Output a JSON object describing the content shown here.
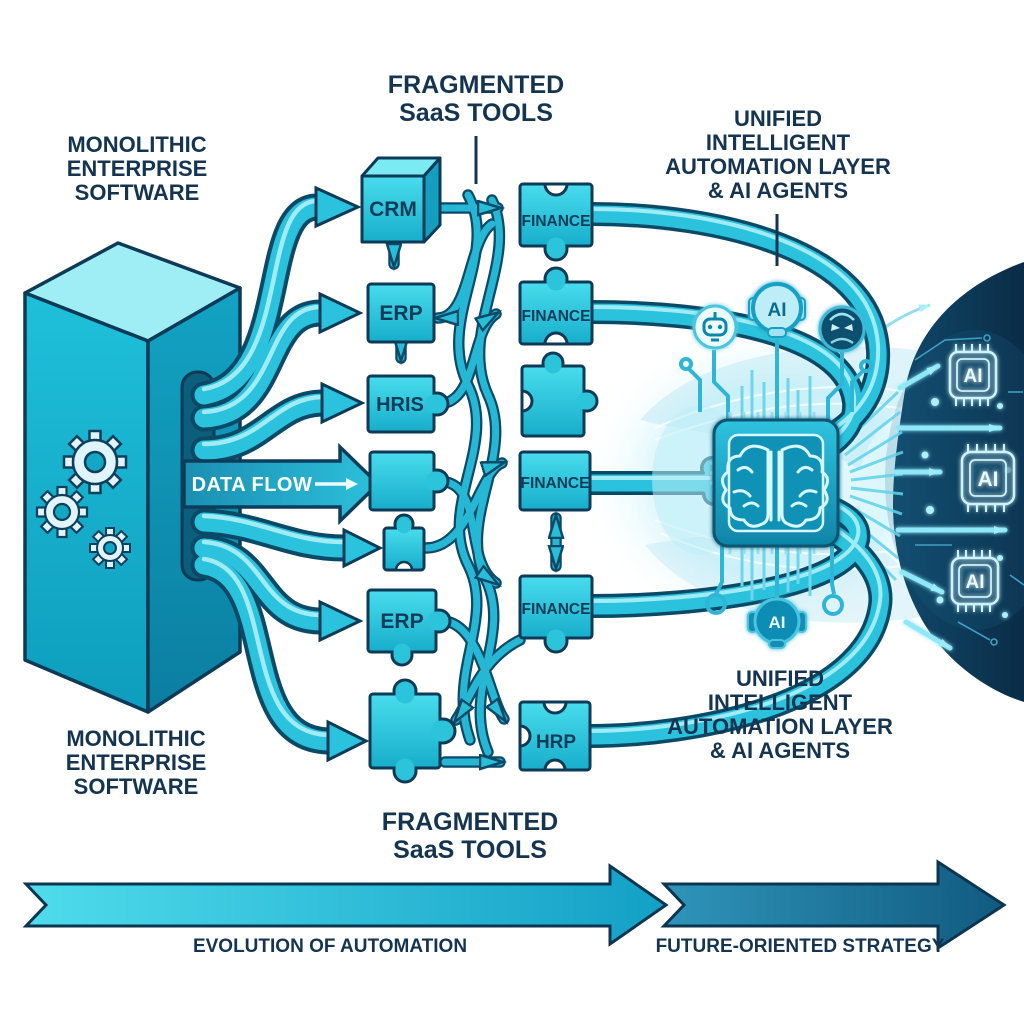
{
  "titles": {
    "monolithic": {
      "l1": "MONOLITHIC",
      "l2": "ENTERPRISE",
      "l3": "SOFTWARE"
    },
    "fragmented": {
      "l1": "FRAGMENTED",
      "l2": "SaaS TOOLS"
    },
    "unified": {
      "l1": "UNIFIED",
      "l2": "INTELLIGENT",
      "l3": "AUTOMATION LAYER",
      "l4": "& AI AGENTS"
    }
  },
  "monolith": {
    "data_flow_label": "DATA FLOW"
  },
  "saas_tools": {
    "left_column": [
      {
        "label": "CRM",
        "shape": "3d-box"
      },
      {
        "label": "ERP",
        "shape": "box"
      },
      {
        "label": "HRIS",
        "shape": "puzzle"
      },
      {
        "label": "",
        "shape": "puzzle"
      },
      {
        "label": "",
        "shape": "small-puzzle"
      },
      {
        "label": "ERP",
        "shape": "puzzle"
      },
      {
        "label": "",
        "shape": "big-puzzle"
      }
    ],
    "right_column": [
      {
        "label": "FINANCE",
        "shape": "puzzle"
      },
      {
        "label": "FINANCE",
        "shape": "puzzle"
      },
      {
        "label": "",
        "shape": "puzzle"
      },
      {
        "label": "FINANCE",
        "shape": "box"
      },
      {
        "label": "FINANCE",
        "shape": "puzzle"
      },
      {
        "label": "HRP",
        "shape": "puzzle"
      }
    ]
  },
  "ai_layer": {
    "badge_label": "AI",
    "chip_labels": [
      "AI",
      "AI",
      "AI"
    ],
    "icons": [
      "robot-icon",
      "ai-badge",
      "agent-face-icon",
      "brain-chip-icon",
      "ai-chip-icon"
    ]
  },
  "timeline": {
    "left_label": "EVOLUTION OF AUTOMATION",
    "right_label": "FUTURE-ORIENTED STRATEGY"
  },
  "colors": {
    "accent_cyan": "#2ac2dc",
    "deep_navy_outline": "#0d3a56",
    "text_navy": "#14344f",
    "blob_navy": "#0b2f4a",
    "data_flow_band": "#1b8fb2",
    "timeline_left": "#17a2c6",
    "timeline_right": "#115a80"
  }
}
